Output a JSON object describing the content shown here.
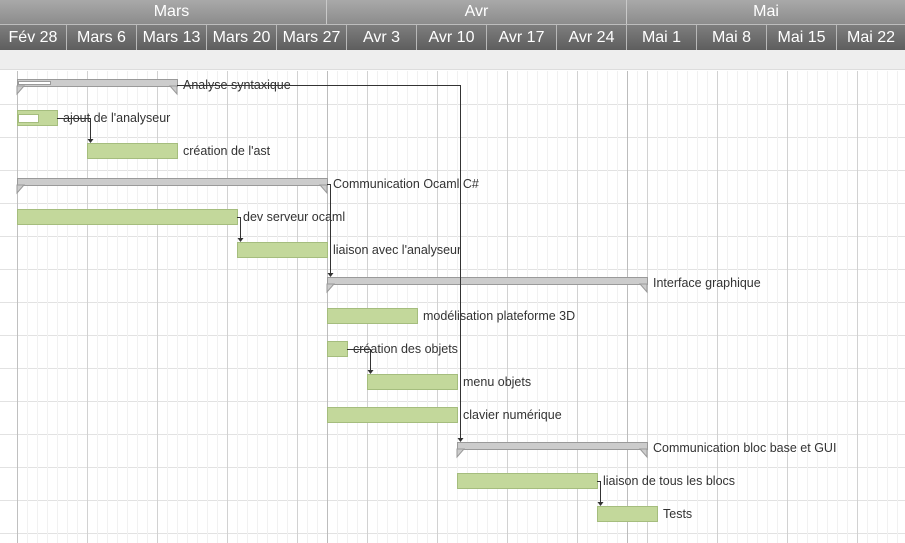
{
  "chart_data": {
    "type": "gantt",
    "months": [
      "Mars",
      "Avr",
      "Mai"
    ],
    "weeks": [
      "Fév 28",
      "Mars 6",
      "Mars 13",
      "Mars 20",
      "Mars 27",
      "Avr 3",
      "Avr 10",
      "Avr 17",
      "Avr 24",
      "Mai 1",
      "Mai 8",
      "Mai 15",
      "Mai 22"
    ],
    "tasks": [
      {
        "name": "Analyse syntaxique",
        "start": "Feb 28",
        "end": "Mar 15",
        "summary": true,
        "progress": 0.2
      },
      {
        "name": "ajout de l'analyseur",
        "start": "Feb 28",
        "end": "Mar 3",
        "summary": false,
        "progress": 0.5
      },
      {
        "name": "création de l'ast",
        "start": "Mar 6",
        "end": "Mar 15",
        "summary": false
      },
      {
        "name": "Communication Ocaml C#",
        "start": "Feb 28",
        "end": "Mar 30",
        "summary": true
      },
      {
        "name": "dev serveur ocaml",
        "start": "Feb 28",
        "end": "Mar 21",
        "summary": false
      },
      {
        "name": "liaison avec l'analyseur",
        "start": "Mar 21",
        "end": "Mar 30",
        "summary": false
      },
      {
        "name": "Interface graphique",
        "start": "Mar 30",
        "end": "May 1",
        "summary": true
      },
      {
        "name": "modélisation plateforme 3D",
        "start": "Mar 30",
        "end": "Apr 8",
        "summary": false
      },
      {
        "name": "création des objets",
        "start": "Mar 30",
        "end": "Apr 1",
        "summary": false
      },
      {
        "name": "menu objets",
        "start": "Apr 3",
        "end": "Apr 12",
        "summary": false
      },
      {
        "name": "clavier numérique",
        "start": "Mar 30",
        "end": "Apr 12",
        "summary": false
      },
      {
        "name": "Communication bloc base et GUI",
        "start": "Apr 12",
        "end": "May 1",
        "summary": true
      },
      {
        "name": "liaison de tous les blocs",
        "start": "Apr 12",
        "end": "Apr 26",
        "summary": false
      },
      {
        "name": "Tests",
        "start": "Apr 26",
        "end": "May 2",
        "summary": false
      }
    ],
    "dependencies": [
      {
        "from": "ajout de l'analyseur",
        "to": "création de l'ast"
      },
      {
        "from": "Analyse syntaxique",
        "to": "Communication bloc base et GUI"
      },
      {
        "from": "dev serveur ocaml",
        "to": "liaison avec l'analyseur"
      },
      {
        "from": "Communication Ocaml C#",
        "to": "Interface graphique"
      },
      {
        "from": "création des objets",
        "to": "menu objets"
      },
      {
        "from": "liaison de tous les blocs",
        "to": "Tests"
      }
    ],
    "colors": {
      "task_fill": "#c3d89b",
      "task_border": "#a5bd7e",
      "summary_fill": "#cccccc",
      "summary_border": "#9a9a9a",
      "grid_line": "#e2e2e2",
      "week_header": "#6e6e6e",
      "month_header": "#999999",
      "arrow": "#333333"
    }
  }
}
